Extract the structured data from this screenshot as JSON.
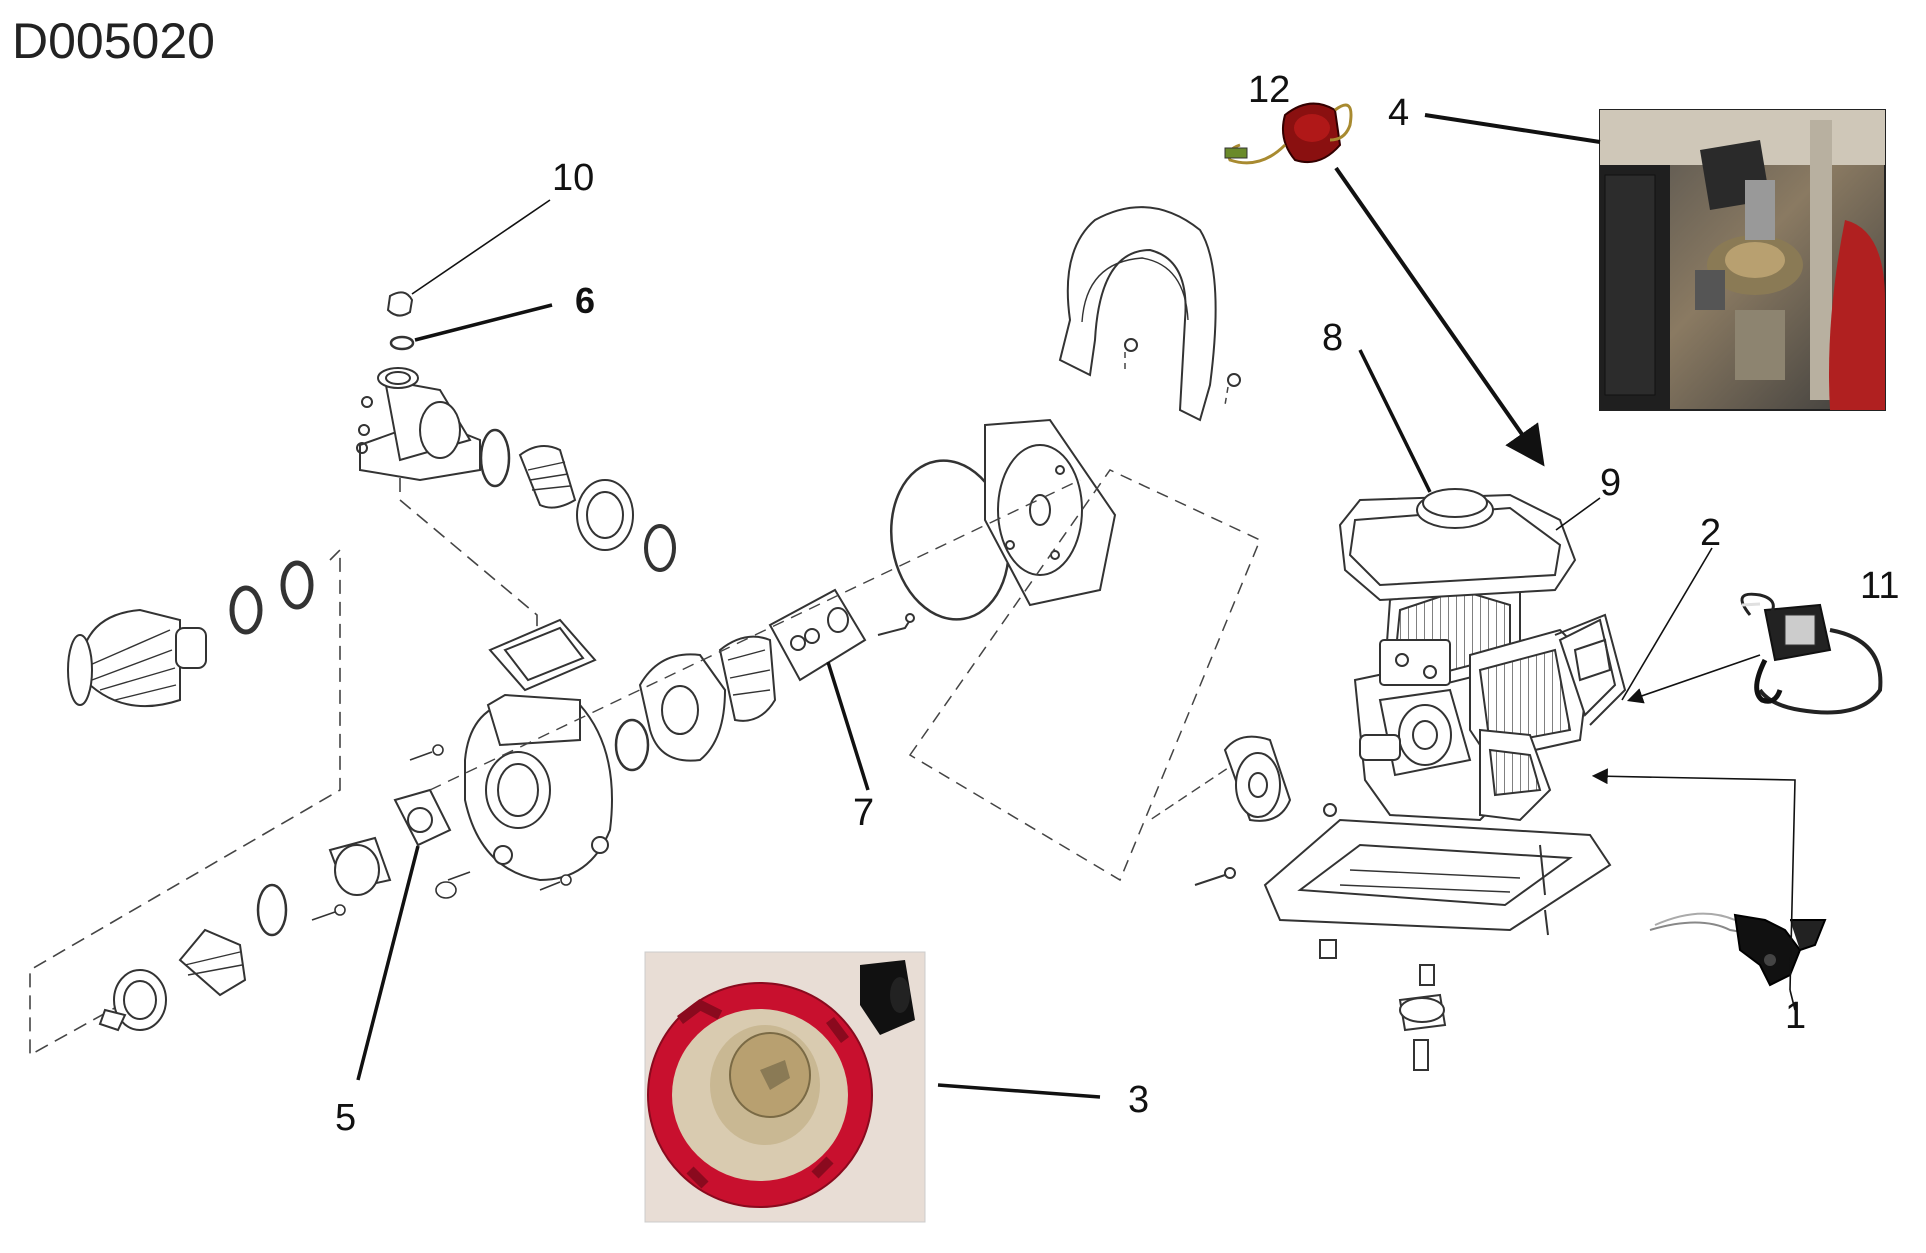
{
  "document_id": "D005020",
  "callouts": [
    {
      "id": "c1",
      "label": "1"
    },
    {
      "id": "c2",
      "label": "2"
    },
    {
      "id": "c3",
      "label": "3"
    },
    {
      "id": "c4",
      "label": "4"
    },
    {
      "id": "c5",
      "label": "5"
    },
    {
      "id": "c6",
      "label": "6"
    },
    {
      "id": "c7",
      "label": "7"
    },
    {
      "id": "c8",
      "label": "8"
    },
    {
      "id": "c9",
      "label": "9"
    },
    {
      "id": "c10",
      "label": "10"
    },
    {
      "id": "c11",
      "label": "11"
    },
    {
      "id": "c12",
      "label": "12"
    }
  ],
  "colors": {
    "line": "#333333",
    "dash": "#444444",
    "recoil_red": "#c8102e",
    "photo_bg": "#e8ddd5",
    "brass": "#b8a070"
  }
}
